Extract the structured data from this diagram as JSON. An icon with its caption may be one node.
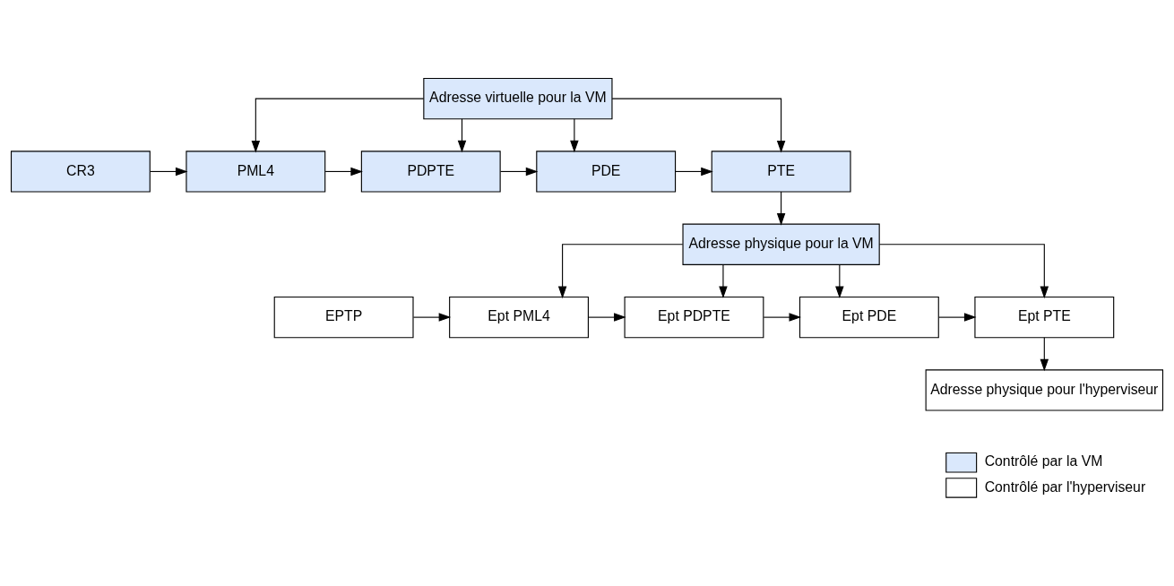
{
  "diagram": {
    "nodes": [
      {
        "text": [
          "Adresse virtuelle pour la VM"
        ]
      },
      {
        "text": [
          "CR3"
        ]
      },
      {
        "text": [
          "PML4"
        ]
      },
      {
        "text": [
          "PDPTE"
        ]
      },
      {
        "text": [
          "PDE"
        ]
      },
      {
        "text": [
          "PTE"
        ]
      },
      {
        "text": [
          "Adresse physique pour la VM"
        ]
      },
      {
        "text": [
          "EPTP"
        ]
      },
      {
        "text": [
          "Ept PML4"
        ]
      },
      {
        "text": [
          "Ept PDPTE"
        ]
      },
      {
        "text": [
          "Ept PDE"
        ]
      },
      {
        "text": [
          "Ept PTE"
        ]
      },
      {
        "text": [
          "Adresse physique pour l'hyperviseur"
        ]
      }
    ],
    "edges": [
      {
        "from": 0,
        "to": 2,
        "arrow": "to"
      },
      {
        "from": 0,
        "to": 3,
        "arrow": "to"
      },
      {
        "from": 0,
        "to": 4,
        "arrow": "to"
      },
      {
        "from": 0,
        "to": 5,
        "arrow": "to"
      },
      {
        "from": 1,
        "to": 2,
        "arrow": "to"
      },
      {
        "from": 2,
        "to": 3,
        "arrow": "to"
      },
      {
        "from": 3,
        "to": 4,
        "arrow": "to"
      },
      {
        "from": 4,
        "to": 5,
        "arrow": "to"
      },
      {
        "from": 5,
        "to": 6,
        "arrow": "to"
      },
      {
        "from": 6,
        "to": 8,
        "arrow": "to"
      },
      {
        "from": 6,
        "to": 9,
        "arrow": "to"
      },
      {
        "from": 6,
        "to": 10,
        "arrow": "to"
      },
      {
        "from": 6,
        "to": 11,
        "arrow": "to"
      },
      {
        "from": 7,
        "to": 8,
        "arrow": "to"
      },
      {
        "from": 8,
        "to": 9,
        "arrow": "to"
      },
      {
        "from": 9,
        "to": 10,
        "arrow": "to"
      },
      {
        "from": 10,
        "to": 11,
        "arrow": "to"
      },
      {
        "from": 11,
        "to": 12,
        "arrow": "to"
      }
    ],
    "legend": [
      {
        "text": "Contrôlé par la VM",
        "color": "#dae8fc"
      },
      {
        "text": "Contrôlé par l'hyperviseur",
        "color": "#ffffff"
      }
    ]
  }
}
